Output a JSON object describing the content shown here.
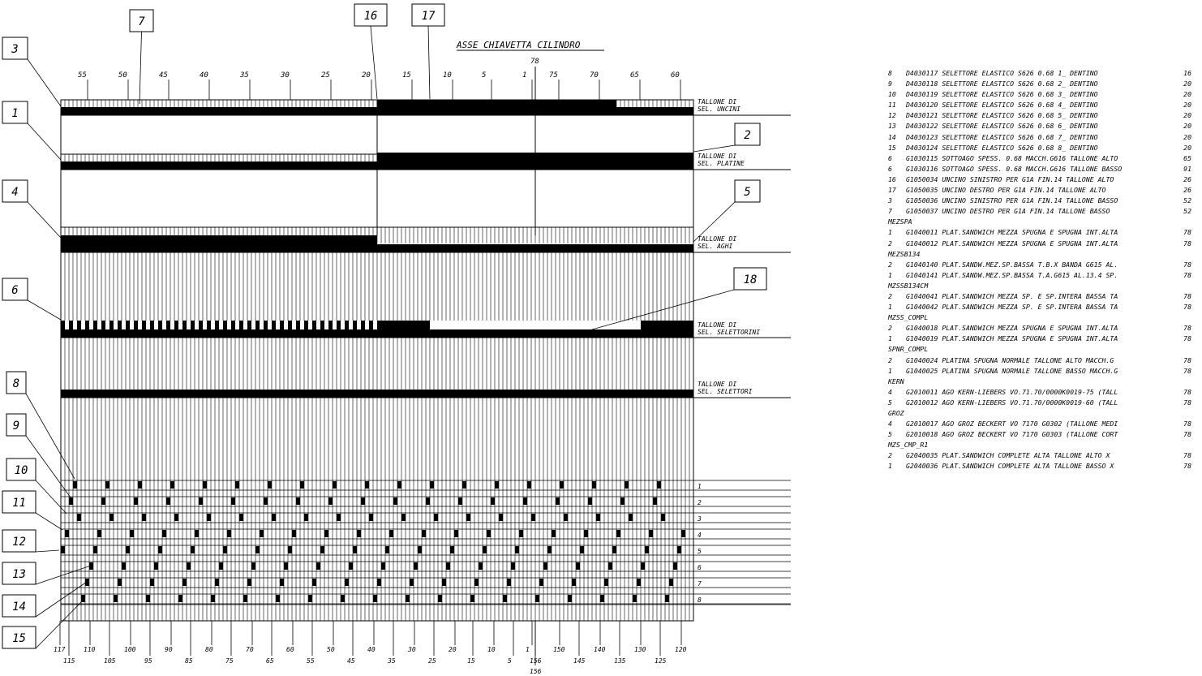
{
  "drawing": {
    "title": "ASSE CHIAVETTA CILINDRO",
    "center_mark": "78",
    "top_scale": [
      "55",
      "50",
      "45",
      "40",
      "35",
      "30",
      "25",
      "20",
      "15",
      "10",
      "5",
      "1",
      "75",
      "70",
      "65",
      "60"
    ],
    "bottom_scale_upper": [
      "117",
      "110",
      "100",
      "90",
      "80",
      "70",
      "60",
      "50",
      "40",
      "30",
      "20",
      "10",
      "1",
      "150",
      "140",
      "130",
      "120"
    ],
    "bottom_scale_lower": [
      "115",
      "105",
      "95",
      "85",
      "75",
      "65",
      "55",
      "45",
      "35",
      "25",
      "15",
      "5",
      "156",
      "145",
      "135",
      "125"
    ],
    "row_labels": [
      {
        "line1": "TALLONE DI",
        "line2": "SEL. UNCINI"
      },
      {
        "line1": "TALLONE DI",
        "line2": "SEL. PLATINE"
      },
      {
        "line1": "TALLONE DI",
        "line2": "SEL. AGHI"
      },
      {
        "line1": "TALLONE DI",
        "line2": "SEL. SELETTORINI"
      },
      {
        "line1": "TALLONE DI",
        "line2": "SEL. SELETTORI"
      }
    ],
    "selector_levels": [
      "1",
      "2",
      "3",
      "4",
      "5",
      "6",
      "7",
      "8"
    ],
    "callouts": [
      "1",
      "2",
      "3",
      "4",
      "5",
      "6",
      "7",
      "8",
      "9",
      "10",
      "11",
      "12",
      "13",
      "14",
      "15",
      "16",
      "17",
      "18"
    ]
  },
  "bom": [
    {
      "q": "8",
      "desc": "D4030117 SELETTORE ELASTICO S626 0.68 1_ DENTINO",
      "n": "16"
    },
    {
      "q": "9",
      "desc": "D4030118 SELETTORE ELASTICO S626 0.68 2_ DENTINO",
      "n": "20"
    },
    {
      "q": "10",
      "desc": "D4030119 SELETTORE ELASTICO S626 0.68 3_ DENTINO",
      "n": "20"
    },
    {
      "q": "11",
      "desc": "D4030120 SELETTORE ELASTICO S626 0.68 4_ DENTINO",
      "n": "20"
    },
    {
      "q": "12",
      "desc": "D4030121 SELETTORE ELASTICO S626 0.68 5_ DENTINO",
      "n": "20"
    },
    {
      "q": "13",
      "desc": "D4030122 SELETTORE ELASTICO S626 0.68 6_ DENTINO",
      "n": "20"
    },
    {
      "q": "14",
      "desc": "D4030123 SELETTORE ELASTICO S626 0.68 7_ DENTINO",
      "n": "20"
    },
    {
      "q": "15",
      "desc": "D4030124 SELETTORE ELASTICO S626 0.68 8_ DENTINO",
      "n": "20"
    },
    {
      "q": "6",
      "desc": "G1030115 SOTTOAGO SPESS.  0.68 MACCH.G616  TALLONE ALTO",
      "n": "65"
    },
    {
      "q": "6",
      "desc": "G1030116 SOTTOAGO SPESS.  0.68 MACCH.G616  TALLONE BASSO",
      "n": "91"
    },
    {
      "q": "16",
      "desc": "G1050034 UNCINO SINISTRO PER G1A FIN.14 TALLONE ALTO",
      "n": "26"
    },
    {
      "q": "17",
      "desc": "G1050035 UNCINO DESTRO PER G1A FIN.14 TALLONE ALTO",
      "n": "26"
    },
    {
      "q": "3",
      "desc": "G1050036 UNCINO SINISTRO PER G1A FIN.14 TALLONE BASSO",
      "n": "52"
    },
    {
      "q": "7",
      "desc": "G1050037 UNCINO DESTRO PER G1A FIN.14 TALLONE BASSO",
      "n": "52"
    },
    {
      "group": "MEZSPA"
    },
    {
      "q": "1",
      "desc": "   G1040011 PLAT.SANDWICH MEZZA SPUGNA E SPUGNA INT.ALTA",
      "n": "78"
    },
    {
      "q": "2",
      "desc": "   G1040012 PLAT.SANDWICH MEZZA SPUGNA E SPUGNA INT.ALTA",
      "n": "78"
    },
    {
      "group": "MEZSB134"
    },
    {
      "q": "2",
      "desc": "   G1040140 PLAT.SANDW.MEZ.SP.BASSA T.B.X BANDA G615 AL.",
      "n": "78"
    },
    {
      "q": "1",
      "desc": "   G1040141 PLAT.SANDW.MEZ.SP.BASSA T.A.G615 AL.13.4 SP.",
      "n": "78"
    },
    {
      "group": "MZSSB134CM"
    },
    {
      "q": "2",
      "desc": "   G1040041 PLAT.SANDWICH MEZZA SP. E SP.INTERA BASSA TA",
      "n": "78"
    },
    {
      "q": "1",
      "desc": "   G1040042 PLAT.SANDWICH MEZZA SP. E SP.INTERA BASSA TA",
      "n": "78"
    },
    {
      "group": "MZSS_COMPL"
    },
    {
      "q": "2",
      "desc": "   G1040018 PLAT.SANDWICH MEZZA SPUGNA E SPUGNA INT.ALTA",
      "n": "78"
    },
    {
      "q": "1",
      "desc": "   G1040019 PLAT.SANDWICH MEZZA SPUGNA E SPUGNA INT.ALTA",
      "n": "78"
    },
    {
      "group": "SPNR_COMPL"
    },
    {
      "q": "2",
      "desc": "   G1040024 PLATINA SPUGNA NORMALE TALLONE  ALTO MACCH.G",
      "n": "78"
    },
    {
      "q": "1",
      "desc": "   G1040025 PLATINA SPUGNA NORMALE TALLONE BASSO MACCH.G",
      "n": "78"
    },
    {
      "group": "KERN"
    },
    {
      "q": "4",
      "desc": "   G2010011 AGO KERN-LIEBERS VO.71.70/0000K0019-75 (TALL",
      "n": "78"
    },
    {
      "q": "5",
      "desc": "   G2010012 AGO KERN-LIEBERS VO.71.70/0000K0019-60 (TALL",
      "n": "78"
    },
    {
      "group": "GROZ"
    },
    {
      "q": "4",
      "desc": "   G2010017 AGO GROZ BECKERT VO 7170 G0302 (TALLONE MEDI",
      "n": "78"
    },
    {
      "q": "5",
      "desc": "   G2010018 AGO GROZ BECKERT VO 7170 G0303 (TALLONE CORT",
      "n": "78"
    },
    {
      "group": "MZS_CMP_R1"
    },
    {
      "q": "2",
      "desc": "   G2040035 PLAT.SANDWICH COMPLETE ALTA TALLONE ALTO  X",
      "n": "78"
    },
    {
      "q": "1",
      "desc": "   G2040036 PLAT.SANDWICH COMPLETE ALTA TALLONE BASSO  X",
      "n": "78"
    }
  ]
}
